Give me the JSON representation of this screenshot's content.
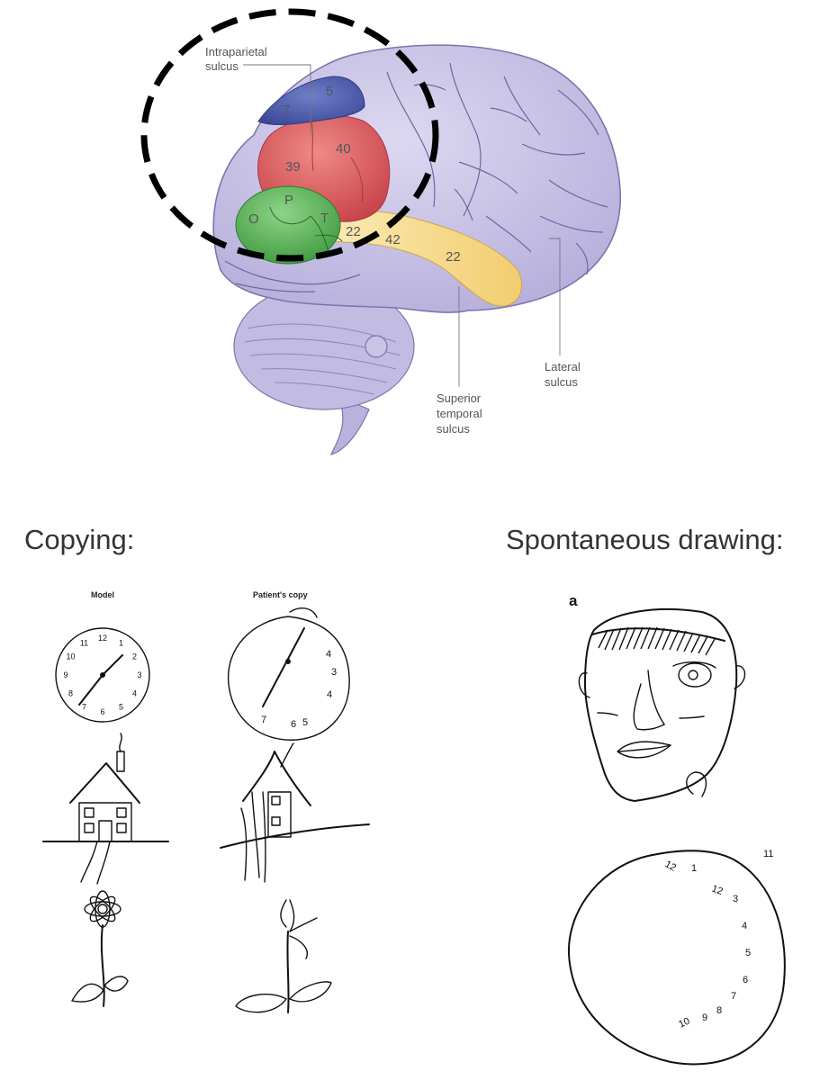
{
  "brain": {
    "labels": {
      "intraparietal_line1": "Intraparietal",
      "intraparietal_line2": "sulcus",
      "lateral_line1": "Lateral",
      "lateral_line2": "sulcus",
      "sts_line1": "Superior",
      "sts_line2": "temporal",
      "sts_line3": "sulcus"
    },
    "areas": {
      "blue_7": "7",
      "blue_5": "5",
      "red_39": "39",
      "red_40": "40",
      "green_o": "O",
      "green_p": "P",
      "green_t": "T",
      "yellow_22a": "22",
      "yellow_42": "42",
      "yellow_22b": "22"
    },
    "colors": {
      "brain": "#c9c3e6",
      "blue": "#4a5aa8",
      "red": "#d2555a",
      "green": "#5db05a",
      "yellow": "#f7e09a"
    }
  },
  "sections": {
    "copying": "Copying:",
    "spontaneous": "Spontaneous drawing:"
  },
  "copy_headers": {
    "model": "Model",
    "patient": "Patient's copy"
  },
  "spontaneous_panel_letter": "a",
  "clock_numbers": [
    "12",
    "1",
    "2",
    "3",
    "4",
    "5",
    "6",
    "7",
    "8",
    "9",
    "10",
    "11"
  ],
  "patient_clock_numbers": [
    "4",
    "3",
    "4",
    "6",
    "5",
    "7"
  ],
  "spont_clock_numbers": [
    "12",
    "1",
    "12",
    "3",
    "4",
    "5",
    "6",
    "7",
    "8",
    "9",
    "10",
    "11"
  ]
}
